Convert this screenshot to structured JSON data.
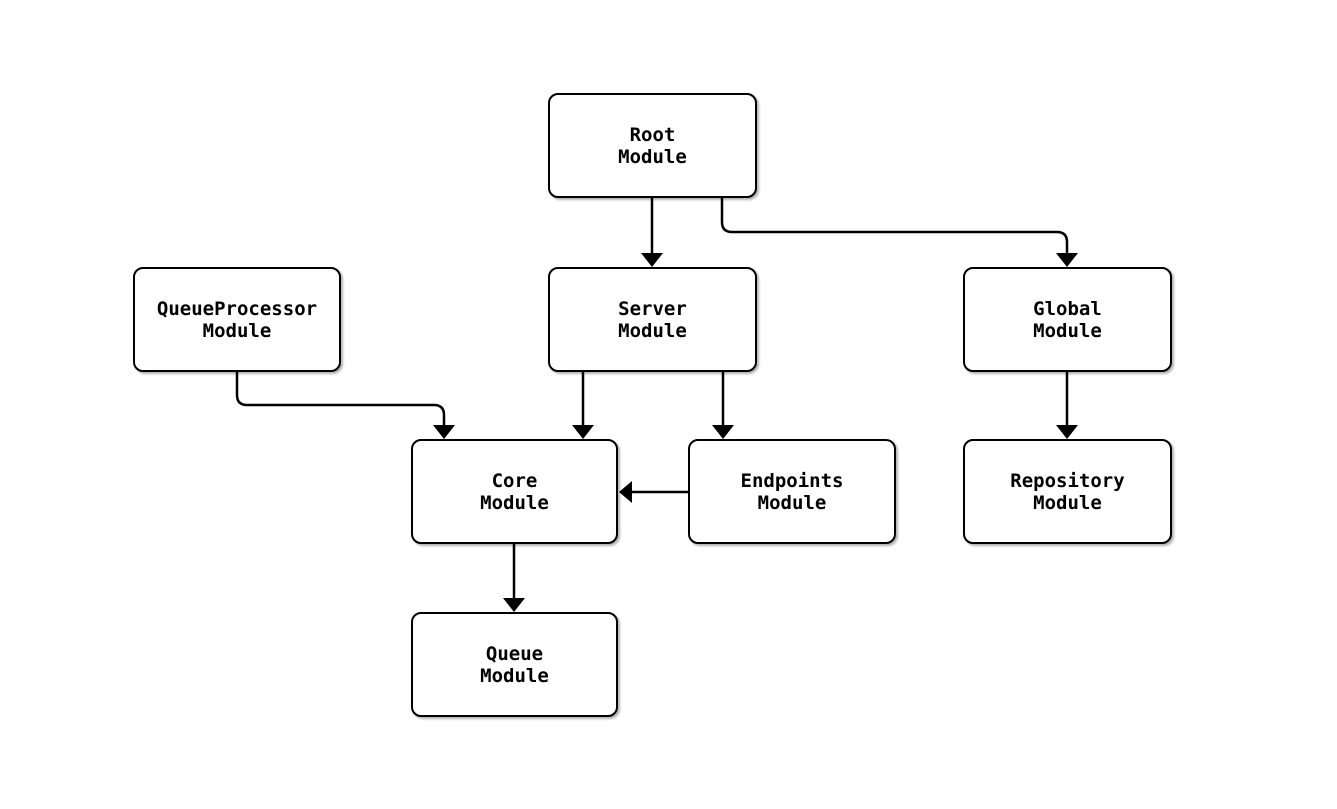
{
  "diagram": {
    "type": "flowchart",
    "background_color": "#ffffff",
    "node_fill_color": "#ffffff",
    "node_border_color": "#000000",
    "edge_color": "#000000",
    "text_color": "#000000",
    "nodes": {
      "root": {
        "label": "Root\nModule"
      },
      "queueprocessor": {
        "label": "QueueProcessor\nModule"
      },
      "server": {
        "label": "Server\nModule"
      },
      "global": {
        "label": "Global\nModule"
      },
      "core": {
        "label": "Core\nModule"
      },
      "endpoints": {
        "label": "Endpoints\nModule"
      },
      "repository": {
        "label": "Repository\nModule"
      },
      "queue": {
        "label": "Queue\nModule"
      }
    },
    "edges": [
      {
        "from": "Root Module",
        "to": "Server Module"
      },
      {
        "from": "Root Module",
        "to": "Global Module"
      },
      {
        "from": "QueueProcessor Module",
        "to": "Core Module"
      },
      {
        "from": "Server Module",
        "to": "Core Module"
      },
      {
        "from": "Server Module",
        "to": "Endpoints Module"
      },
      {
        "from": "Endpoints Module",
        "to": "Core Module"
      },
      {
        "from": "Global Module",
        "to": "Repository Module"
      },
      {
        "from": "Core Module",
        "to": "Queue Module"
      }
    ]
  }
}
